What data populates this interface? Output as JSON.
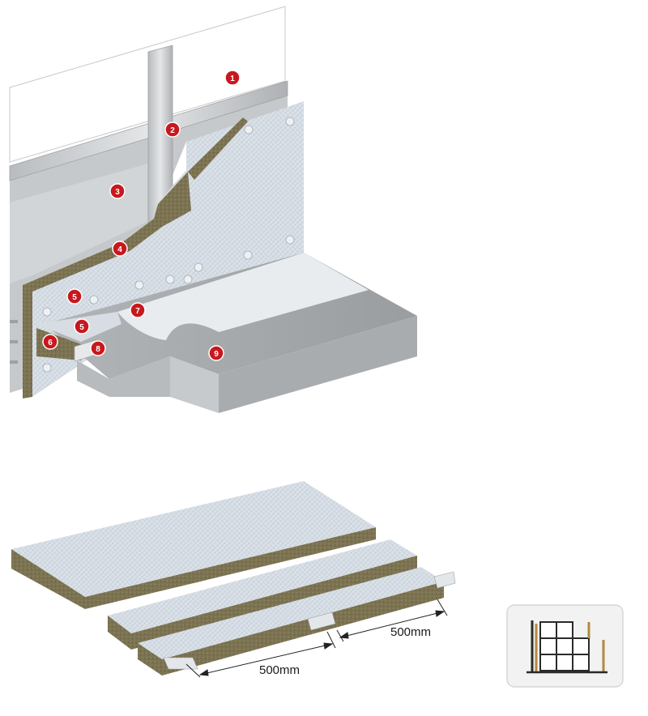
{
  "callouts": [
    {
      "number": "1"
    },
    {
      "number": "2"
    },
    {
      "number": "3"
    },
    {
      "number": "4"
    },
    {
      "number": "5"
    },
    {
      "number": "5"
    },
    {
      "number": "6"
    },
    {
      "number": "7"
    },
    {
      "number": "8"
    },
    {
      "number": "9"
    }
  ],
  "dimensions": {
    "spacing_upper": "500mm",
    "spacing_lower": "500mm"
  },
  "colors": {
    "callout": "#c8181e",
    "foil": "#d4dce4",
    "wool": "#7b7150",
    "concrete": "#9fa3a6",
    "frame": "#c9cbcd"
  },
  "icons": {
    "application_badge": "storey-building-icon"
  }
}
